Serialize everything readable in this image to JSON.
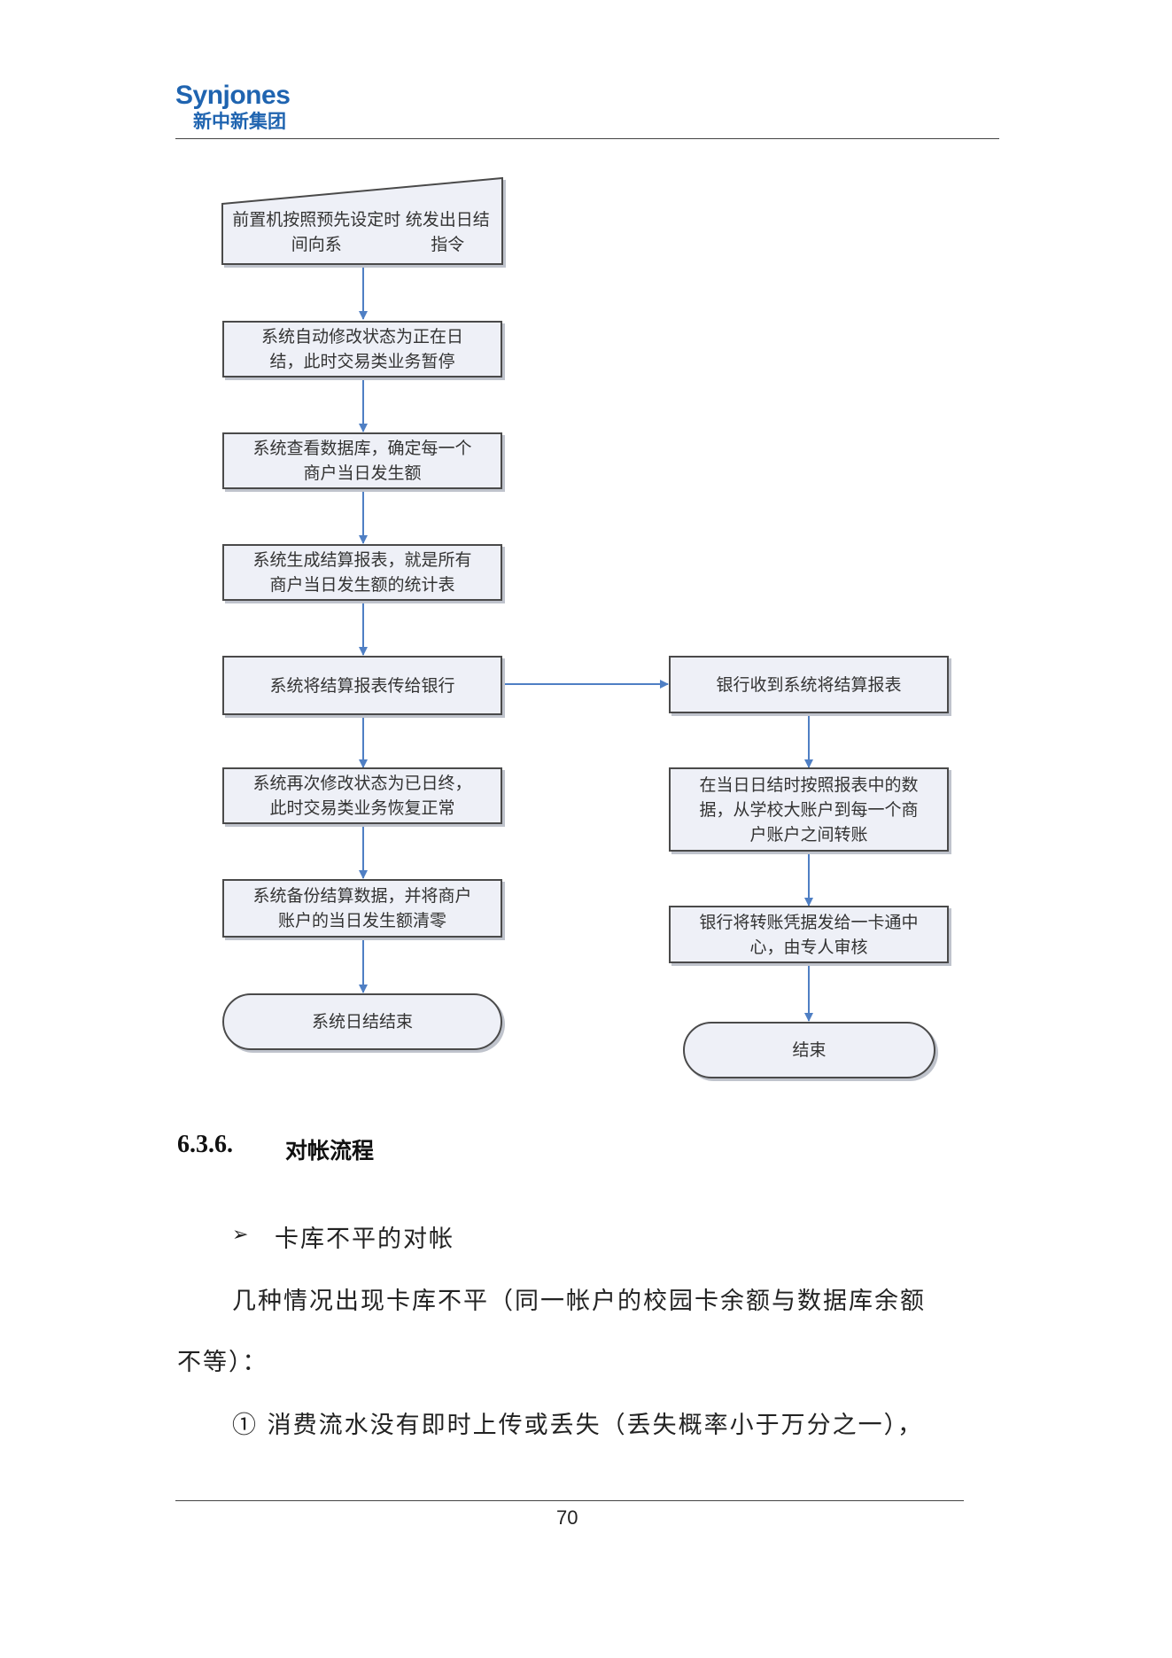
{
  "header": {
    "logo_en": "Synjones",
    "logo_cn": "新中新集团"
  },
  "flowchart": {
    "left": [
      {
        "lines": [
          "前置机按照预先设定时间向系",
          "统发出日结指令"
        ]
      },
      {
        "lines": [
          "系统自动修改状态为正在日",
          "结，此时交易类业务暂停"
        ]
      },
      {
        "lines": [
          "系统查看数据库，确定每一个",
          "商户当日发生额"
        ]
      },
      {
        "lines": [
          "系统生成结算报表，就是所有",
          "商户当日发生额的统计表"
        ]
      },
      {
        "lines": [
          "系统将结算报表传给银行"
        ]
      },
      {
        "lines": [
          "系统再次修改状态为已日终，",
          "此时交易类业务恢复正常"
        ]
      },
      {
        "lines": [
          "系统备份结算数据，并将商户",
          "账户的当日发生额清零"
        ]
      },
      {
        "lines": [
          "系统日结结束"
        ]
      }
    ],
    "right": [
      {
        "lines": [
          "银行收到系统将结算报表"
        ]
      },
      {
        "lines": [
          "在当日日结时按照报表中的数",
          "据，从学校大账户到每一个商",
          "户账户之间转账"
        ]
      },
      {
        "lines": [
          "银行将转账凭据发给一卡通中",
          "心，由专人审核"
        ]
      },
      {
        "lines": [
          "结束"
        ]
      }
    ]
  },
  "section": {
    "number": "6.3.6.",
    "title": "对帐流程"
  },
  "content": {
    "bullet_symbol": "➢",
    "bullet_text": "卡库不平的对帐",
    "para1_line1": "几种情况出现卡库不平（同一帐户的校园卡余额与数据库余额",
    "para1_line2": "不等）：",
    "item1": "① 消费流水没有即时上传或丢失（丢失概率小于万分之一），"
  },
  "footer": {
    "page_number": "70"
  },
  "colors": {
    "arrow": "#4f7fc4",
    "box_fill": "#eef0f7",
    "logo": "#1f64b0"
  }
}
